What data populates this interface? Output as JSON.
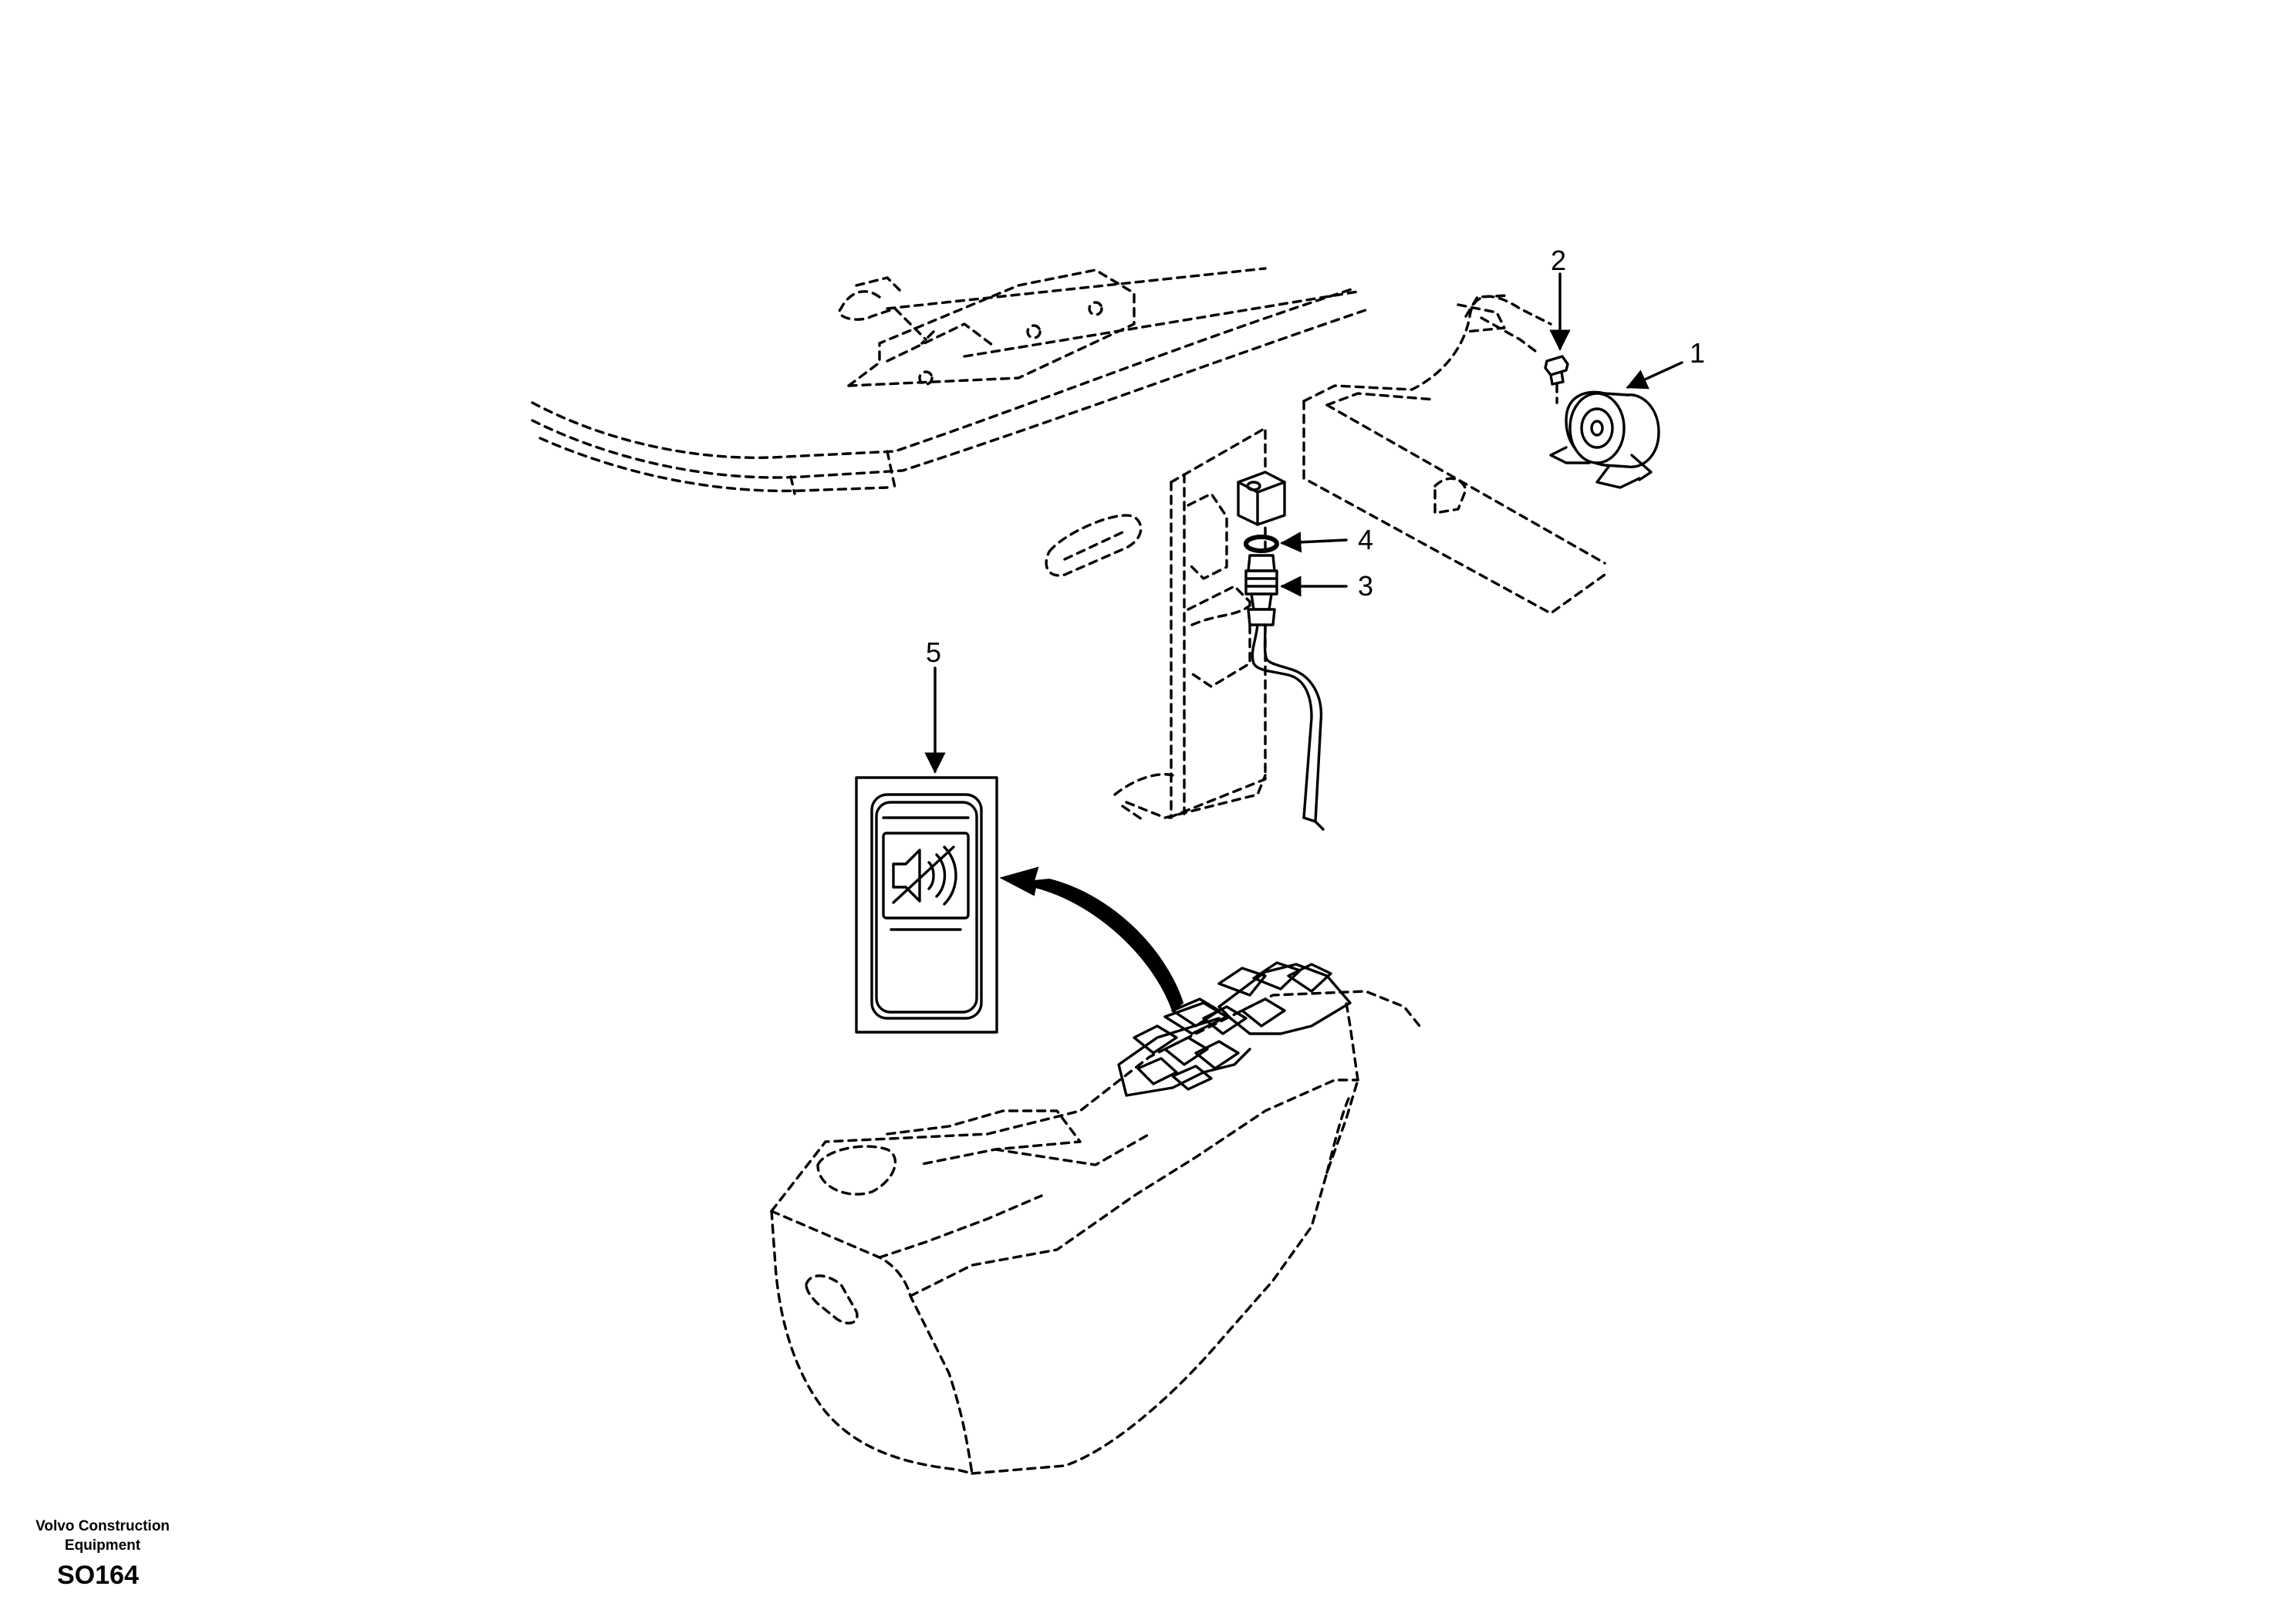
{
  "callouts": [
    {
      "id": "1",
      "label": "1"
    },
    {
      "id": "2",
      "label": "2"
    },
    {
      "id": "3",
      "label": "3"
    },
    {
      "id": "4",
      "label": "4"
    },
    {
      "id": "5",
      "label": "5"
    }
  ],
  "footer": {
    "brand_line_1": "Volvo Construction",
    "brand_line_2": "Equipment",
    "drawing_code": "SO164"
  },
  "icons": {
    "switch_symbol": "speaker-mute-icon"
  }
}
